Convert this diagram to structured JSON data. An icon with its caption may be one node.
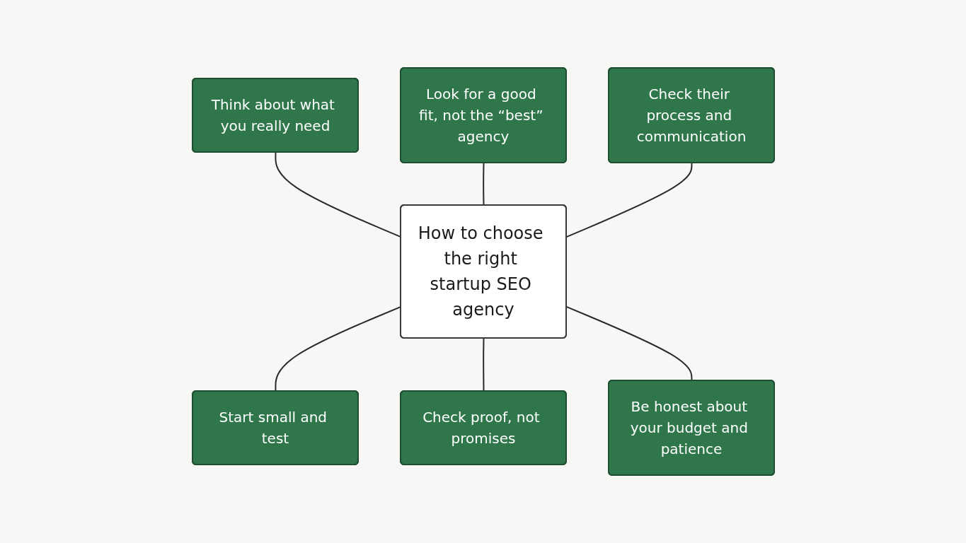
{
  "diagram": {
    "nodes": [
      {
        "text": [
          "How to choose the right startup SEO agency"
        ]
      },
      {
        "text": [
          "Look for a good fit, not the “best” agency"
        ]
      },
      {
        "text": [
          "Think about what you really need"
        ]
      },
      {
        "text": [
          "Check their process and communication"
        ]
      },
      {
        "text": [
          "Start small and test"
        ]
      },
      {
        "text": [
          "Be honest about your budget and patience"
        ]
      },
      {
        "text": [
          "Check proof, not promises"
        ]
      }
    ],
    "edges": [
      {
        "from": 2,
        "to": 0,
        "arrow": "none"
      },
      {
        "from": 1,
        "to": 0,
        "arrow": "none"
      },
      {
        "from": 3,
        "to": 0,
        "arrow": "none"
      },
      {
        "from": 0,
        "to": 4,
        "arrow": "none"
      },
      {
        "from": 0,
        "to": 6,
        "arrow": "none"
      },
      {
        "from": 0,
        "to": 5,
        "arrow": "none"
      }
    ]
  }
}
